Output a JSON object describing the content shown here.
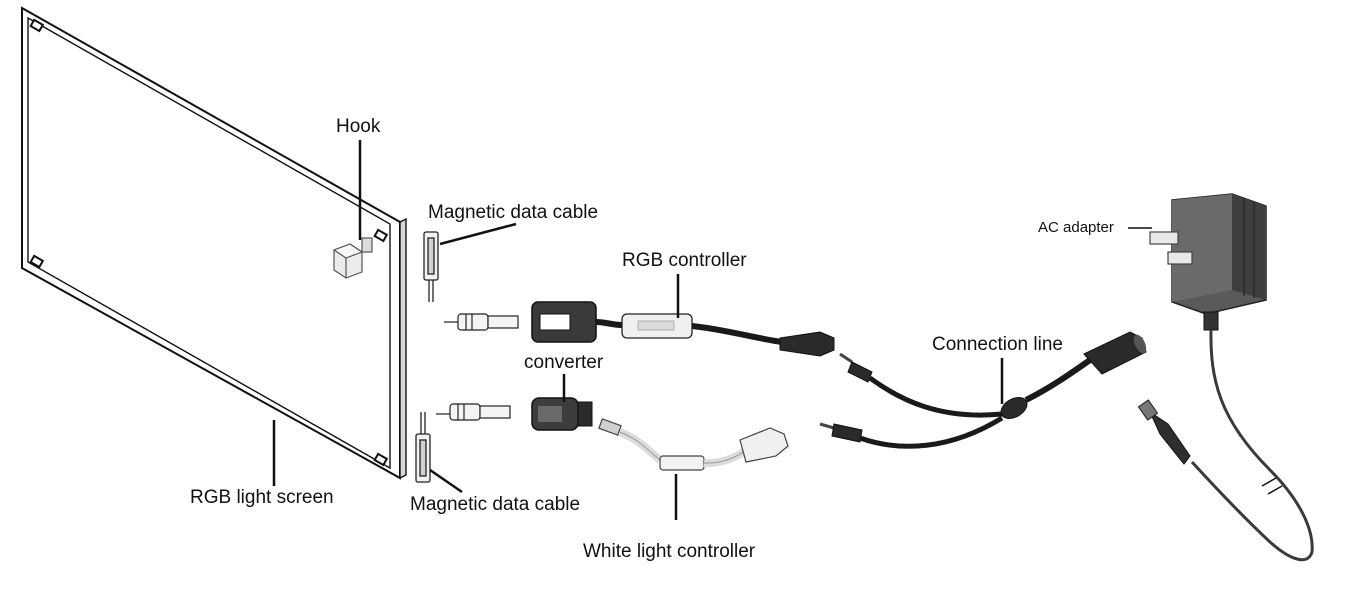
{
  "labels": {
    "hook": "Hook",
    "magnetic_top": "Magnetic data cable",
    "rgb_controller": "RGB  controller",
    "ac_adapter": "AC adapter",
    "connection_line": "Connection line",
    "converter": "converter",
    "rgb_light_screen": "RGB light screen",
    "magnetic_bottom": "Magnetic data cable",
    "white_light_controller": "White light controller"
  },
  "colors": {
    "line": "#111111",
    "cable": "#1a1a1a",
    "plug_body": "#3a3a3a",
    "adapter": "#555555",
    "light_part": "#e6e6e6"
  }
}
